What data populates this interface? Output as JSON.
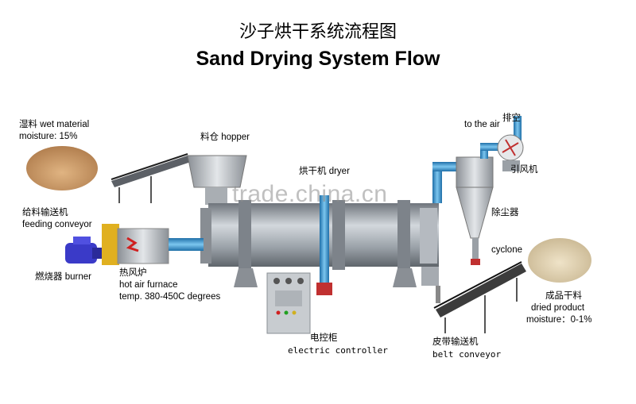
{
  "title_cn": "沙子烘干系统流程图",
  "title_en": "Sand Drying System Flow",
  "watermark": "trade.china.cn",
  "labels": {
    "wet_material": "湿料 wet material",
    "wet_moisture": "moisture: 15%",
    "hopper": "料仓 hopper",
    "dryer": "烘干机 dryer",
    "to_air": "to the air",
    "exhaust_cn": "排空",
    "fan": "引风机",
    "feeding_cn": "给料输送机",
    "feeding_en": "feeding conveyor",
    "dust_collector_cn": "除尘器",
    "cyclone": "cyclone",
    "burner": "燃烧器 burner",
    "furnace_cn": "热风炉",
    "furnace_en": "hot air furnace",
    "furnace_temp": "temp. 380-450C degrees",
    "controller_cn": "电控柜",
    "controller_en": "electric controller",
    "belt_cn": "皮带输送机",
    "belt_en": "belt conveyor",
    "dried_cn": "成品干料",
    "dried_en": "dried product",
    "dried_moisture": "moisture：0-1%"
  },
  "colors": {
    "drum": "#9ea4ab",
    "pipe": "#3aa0d8",
    "conveyor": "#3c3c3c",
    "burner": "#3a3ac8",
    "furnace_frame": "#e0b020",
    "cabinet": "#c8ccd0",
    "wet_sand": "#c99a6a",
    "dry_sand": "#d9c9a8"
  }
}
